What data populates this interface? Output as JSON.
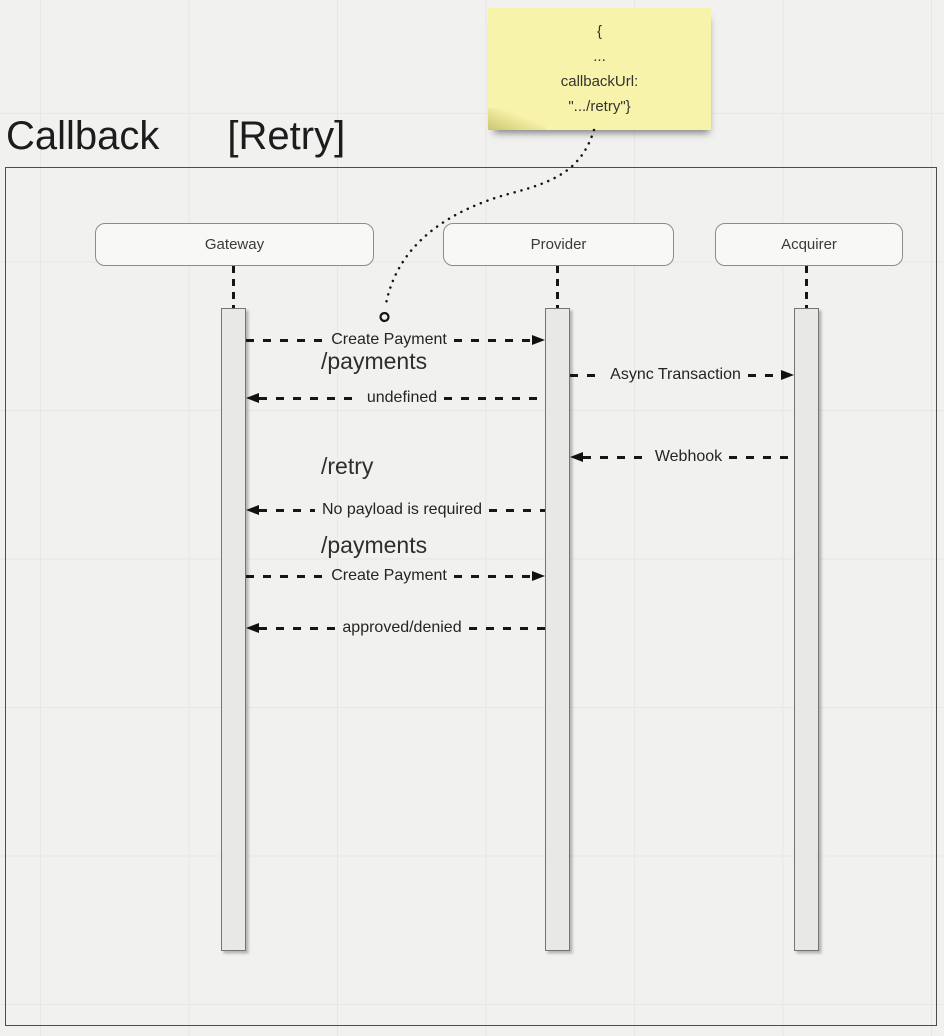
{
  "title": {
    "name": "Callback",
    "qualifier": "[Retry]"
  },
  "sticky_note": {
    "lines": [
      "{",
      "...",
      "callbackUrl:",
      "\".../retry\"}"
    ],
    "fill_color": "#f7f3aa"
  },
  "participants": [
    {
      "label": "Gateway"
    },
    {
      "label": "Provider"
    },
    {
      "label": "Acquirer"
    }
  ],
  "messages": [
    {
      "id": "create-payment-1",
      "label": "Create Payment",
      "from": "Gateway",
      "to": "Provider",
      "line": "dashed"
    },
    {
      "id": "async-transaction",
      "label": "Async Transaction",
      "from": "Provider",
      "to": "Acquirer",
      "line": "dashed"
    },
    {
      "id": "undefined-response",
      "label": "undefined",
      "from": "Provider",
      "to": "Gateway",
      "line": "dashed"
    },
    {
      "id": "webhook",
      "label": "Webhook",
      "from": "Acquirer",
      "to": "Provider",
      "line": "dashed"
    },
    {
      "id": "no-payload",
      "label": "No payload is required",
      "from": "Provider",
      "to": "Gateway",
      "line": "dashed"
    },
    {
      "id": "create-payment-2",
      "label": "Create Payment",
      "from": "Gateway",
      "to": "Provider",
      "line": "dashed"
    },
    {
      "id": "approved-denied",
      "label": "approved/denied",
      "from": "Provider",
      "to": "Gateway",
      "line": "dashed"
    }
  ],
  "path_labels": [
    {
      "text": "/payments"
    },
    {
      "text": "/retry"
    },
    {
      "text": "/payments"
    }
  ],
  "colors": {
    "canvas_bg": "#f1f1f0",
    "grid_line": "#e7e7e6",
    "frame_border": "#4d4d4d",
    "activation_fill": "#e8e8e7",
    "note_fill": "#f7f3aa",
    "line": "#161616"
  }
}
